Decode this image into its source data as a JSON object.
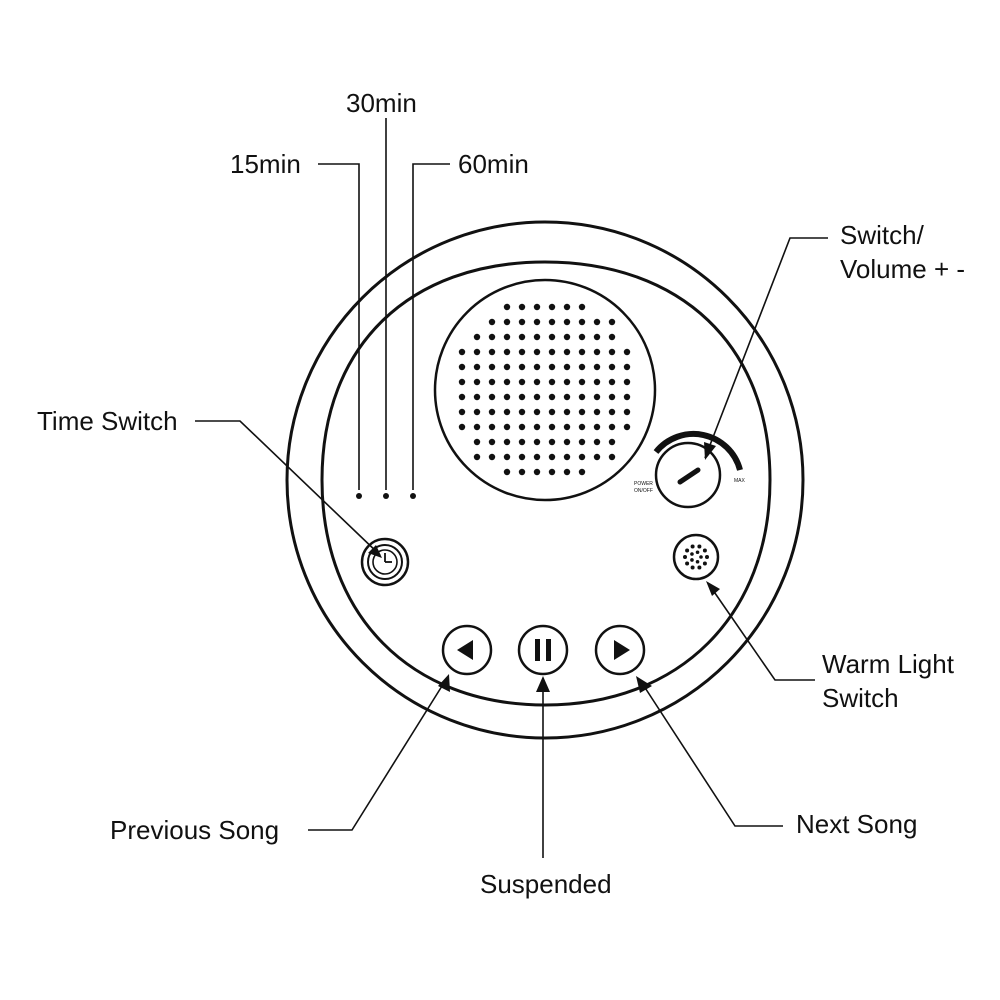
{
  "labels": {
    "min15": "15min",
    "min30": "30min",
    "min60": "60min",
    "switch_volume_line1": "Switch/",
    "switch_volume_line2": "Volume + -",
    "time_switch": "Time Switch",
    "warm_light_line1": "Warm Light",
    "warm_light_line2": "Switch",
    "previous_song": "Previous Song",
    "suspended": "Suspended",
    "next_song": "Next Song"
  },
  "knob_text": {
    "power": "POWER",
    "onoff": "ON/OFF",
    "max": "MAX"
  },
  "icons": {
    "time_switch": "clock-icon",
    "warm_light": "light-dots-icon",
    "previous": "triangle-left-icon",
    "pause": "pause-icon",
    "next": "triangle-right-icon"
  }
}
